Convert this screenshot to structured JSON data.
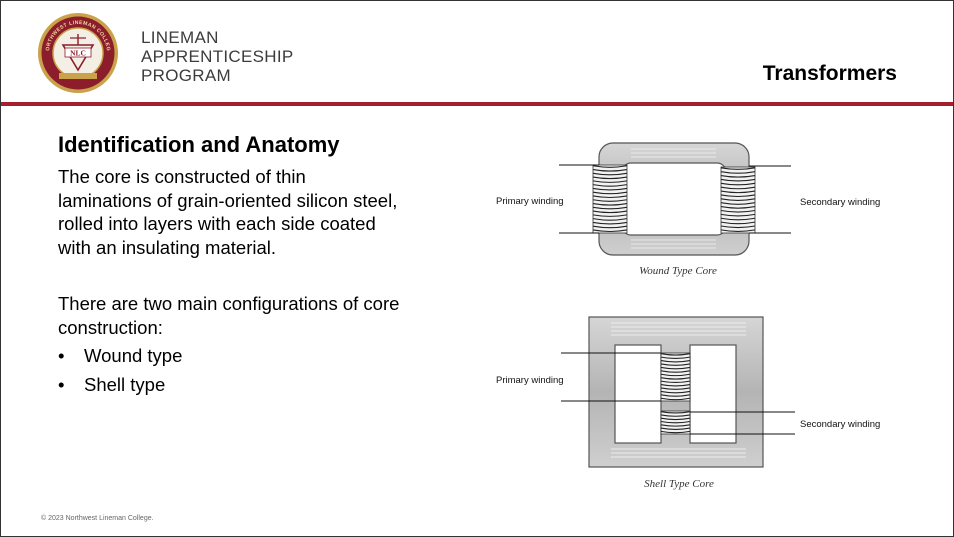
{
  "header": {
    "program_lines": [
      "LINEMAN",
      "APPRENTICESHIP",
      "PROGRAM"
    ],
    "slide_title": "Transformers",
    "logo_monogram": "NLC",
    "logo_ring_text": "NORTHWEST LINEMAN COLLEGE"
  },
  "content": {
    "heading": "Identification and Anatomy",
    "paragraph1": "The core is constructed of thin laminations of grain-oriented silicon steel, rolled into layers with each side coated with an insulating material.",
    "paragraph2": "There are two main configurations of core construction:",
    "bullets": [
      "Wound type",
      "Shell type"
    ],
    "bullet_symbol": "•"
  },
  "diagram_wound": {
    "primary_label": "Primary winding",
    "secondary_label": "Secondary winding",
    "caption": "Wound Type Core"
  },
  "diagram_shell": {
    "primary_label": "Primary winding",
    "secondary_label": "Secondary winding",
    "caption": "Shell Type Core"
  },
  "footer": {
    "copyright": "© 2023 Northwest Lineman College."
  },
  "colors": {
    "accent_rule": "#a4202e",
    "logo_maroon": "#8c1d2b",
    "logo_gold": "#c9a24a"
  }
}
